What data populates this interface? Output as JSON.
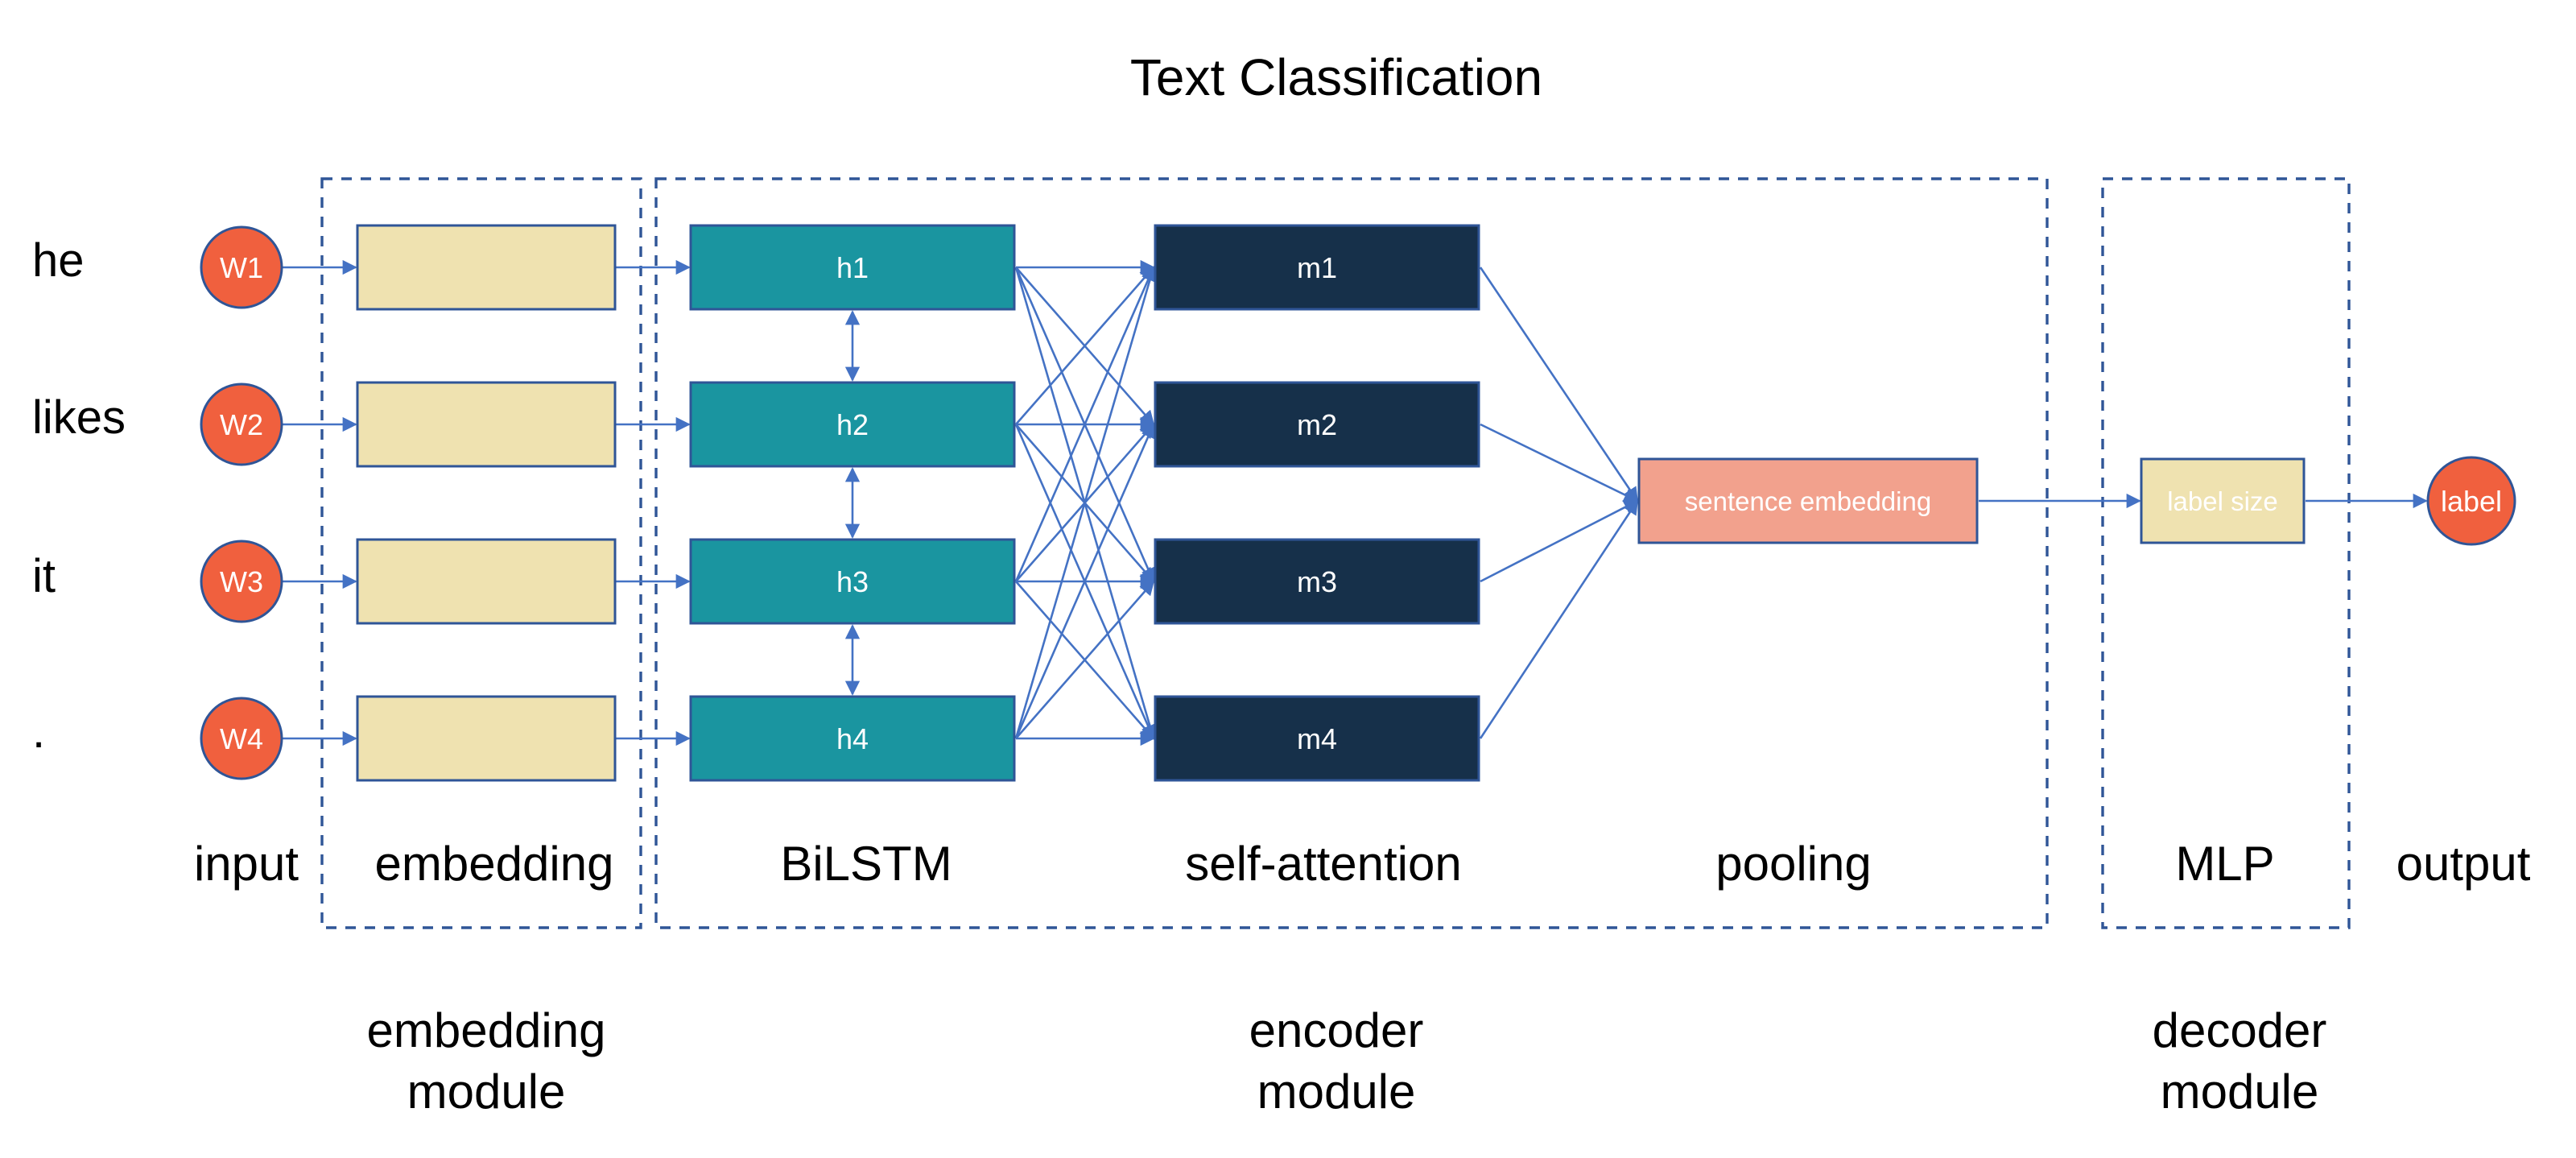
{
  "title": "Text Classification",
  "colors": {
    "token_circle": "#f0603e",
    "embedding_box": "#efe2b0",
    "bilstm_box": "#1a95a0",
    "attention_box": "#16304a",
    "sentence_box": "#f2a18d",
    "label_size_box": "#efe2b0",
    "output_circle": "#f0603e",
    "edge": "#4472c4",
    "box_border": "#2f5597"
  },
  "words": [
    "he",
    "likes",
    "it",
    "."
  ],
  "tokens": [
    "W1",
    "W2",
    "W3",
    "W4"
  ],
  "bilstm": [
    "h1",
    "h2",
    "h3",
    "h4"
  ],
  "attention": [
    "m1",
    "m2",
    "m3",
    "m4"
  ],
  "pooled": "sentence embedding",
  "mlp_box": "label size",
  "output": "label",
  "stages": {
    "input": "input",
    "embedding": "embedding",
    "bilstm": "BiLSTM",
    "attention": "self-attention",
    "pooling": "pooling",
    "mlp": "MLP",
    "output": "output"
  },
  "modules": {
    "embedding": [
      "embedding",
      "module"
    ],
    "encoder": [
      "encoder",
      "module"
    ],
    "decoder": [
      "decoder",
      "module"
    ]
  }
}
